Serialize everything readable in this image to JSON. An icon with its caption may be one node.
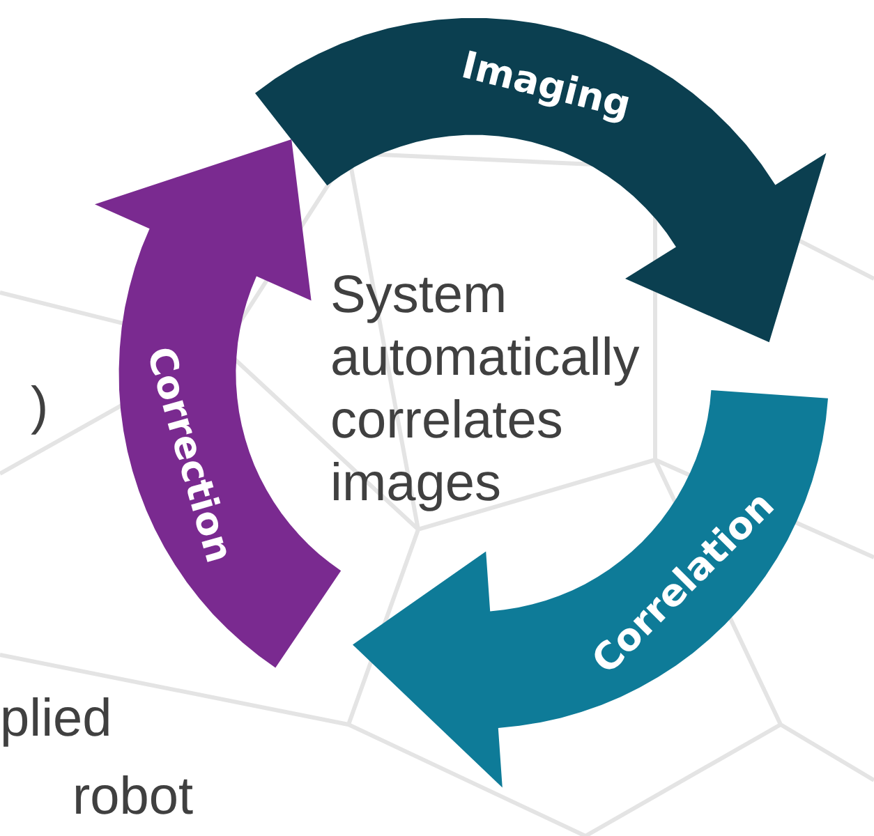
{
  "diagram": {
    "nodes": [
      {
        "text": [
          "Imaging"
        ]
      },
      {
        "text": [
          "Correlation"
        ]
      },
      {
        "text": [
          "Correction"
        ]
      }
    ],
    "labels": [
      ")",
      "System automatically correlates images",
      "plied",
      "robot"
    ]
  }
}
